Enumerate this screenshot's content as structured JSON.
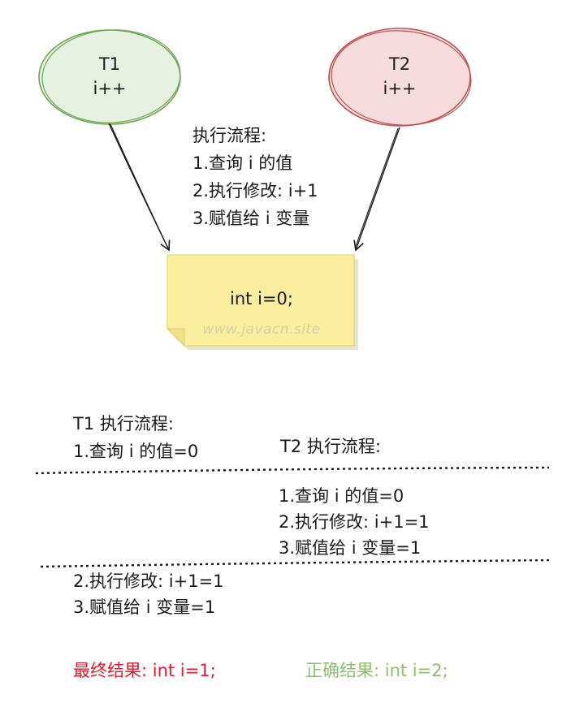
{
  "threads": {
    "t1": {
      "name": "T1",
      "op": "i++"
    },
    "t2": {
      "name": "T2",
      "op": "i++"
    }
  },
  "flow": {
    "title": "执行流程:",
    "steps": [
      "1.查询 i 的值",
      "2.执行修改: i+1",
      "3.赋值给 i 变量"
    ]
  },
  "note": {
    "code": "int i=0;",
    "watermark": "www.javacn.site"
  },
  "timeline": {
    "t1_title": "T1 执行流程:",
    "t1_step1": "1.查询 i 的值=0",
    "t2_title": "T2 执行流程:",
    "t2_steps": [
      "1.查询 i 的值=0",
      "2.执行修改: i+1=1",
      "3.赋值给 i 变量=1"
    ],
    "t1_steps_after": [
      "2.执行修改: i+1=1",
      "3.赋值给 i 变量=1"
    ]
  },
  "result": {
    "wrong": "最终结果: int i=1;",
    "correct": "正确结果: int i=2;"
  },
  "colors": {
    "t1_fill": "#e6f1e1",
    "t1_stroke": "#6aa84f",
    "t2_fill": "#f6dcdc",
    "t2_stroke": "#c0504d",
    "note_fill": "#fbef9f",
    "note_stroke": "#e3cf5a",
    "wrong": "#e8192c",
    "correct": "#8cc06c"
  }
}
